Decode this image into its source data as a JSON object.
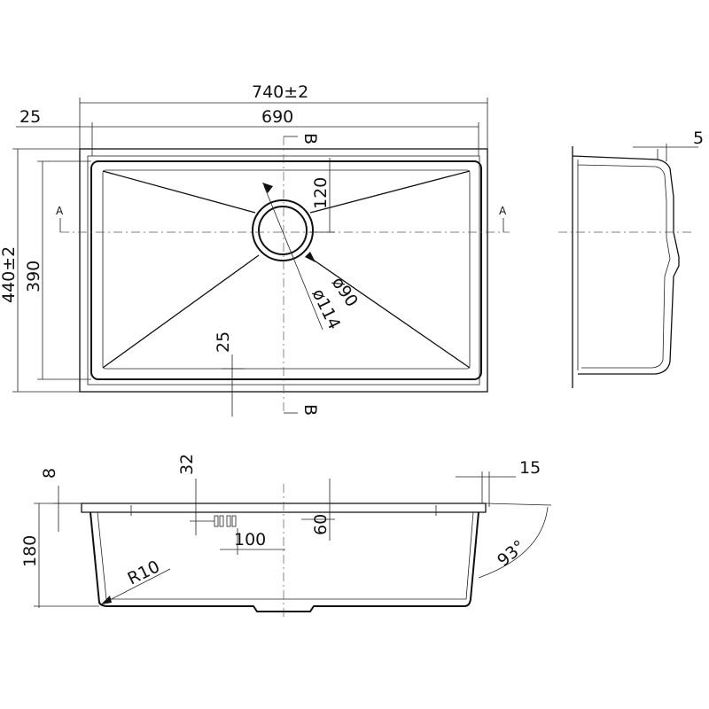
{
  "dimensions": {
    "overall_length": "740±2",
    "inner_length": "690",
    "flange": "25",
    "overall_width": "440±2",
    "inner_width": "390",
    "drain_offset": "120",
    "drain_inner": "ø90",
    "drain_outer": "ø114",
    "slope_offset": "25",
    "side_flange": "5",
    "rim_height": "8",
    "overflow_height": "32",
    "top_offset": "15",
    "overflow_to_drain": "60",
    "overflow_distance": "100",
    "depth": "180",
    "corner_radius": "R10",
    "wall_angle": "93°"
  },
  "section_marks": {
    "a": "A",
    "b": "B"
  }
}
